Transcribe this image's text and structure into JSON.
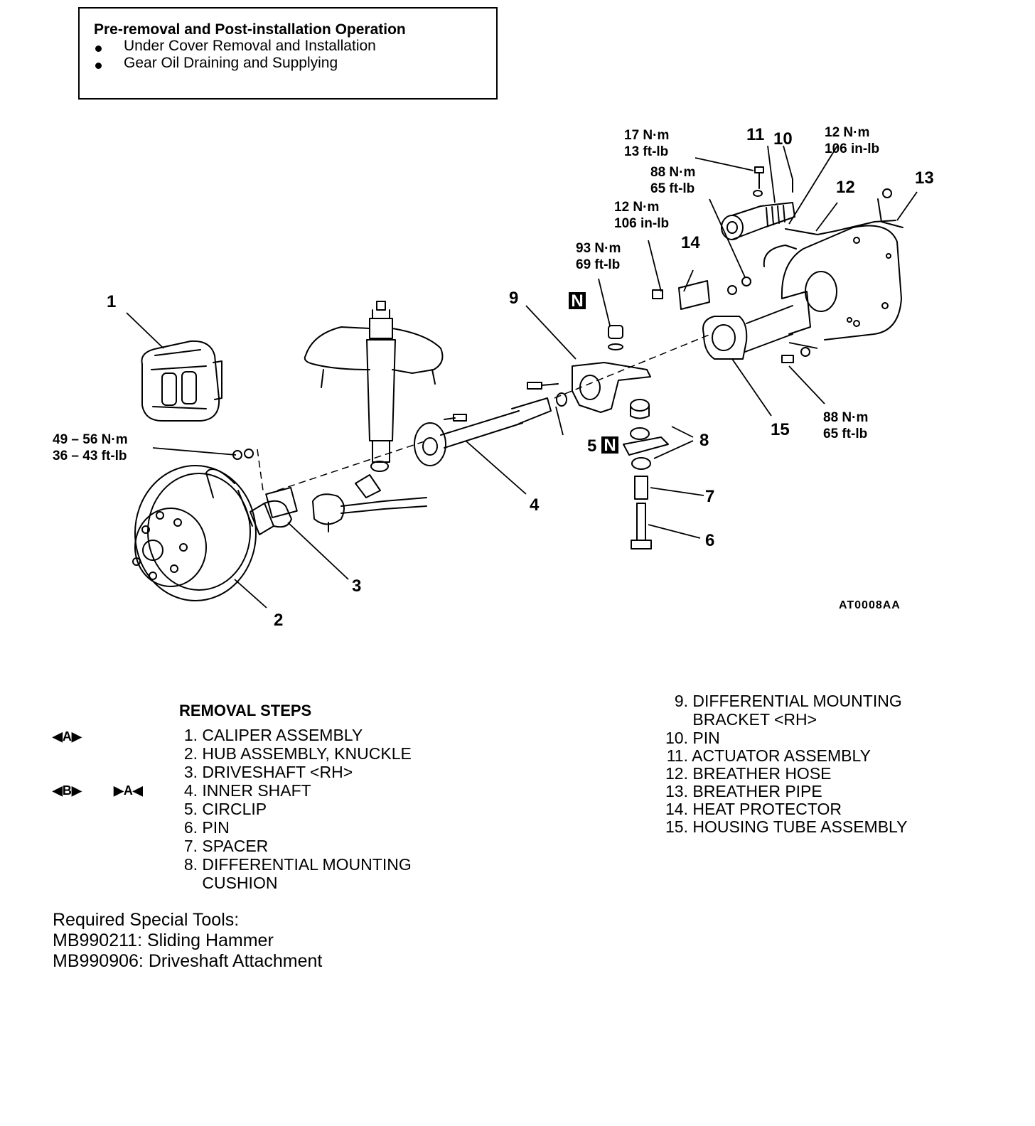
{
  "preop": {
    "title": "Pre-removal and Post-installation Operation",
    "items": [
      "Under Cover Removal and Installation",
      "Gear Oil Draining and Supplying"
    ]
  },
  "figure": {
    "code": "AT0008AA",
    "callouts": {
      "c1": "1",
      "c2": "2",
      "c3": "3",
      "c4": "4",
      "c5": "5",
      "c6": "6",
      "c7": "7",
      "c8": "8",
      "c9": "9",
      "c10": "10",
      "c11": "11",
      "c12": "12",
      "c13": "13",
      "c14": "14",
      "c15": "15",
      "n": "N"
    },
    "torques": {
      "t1a": "17 N·m",
      "t1b": "13 ft-lb",
      "t2a": "88 N·m",
      "t2b": "65 ft-lb",
      "t3a": "12 N·m",
      "t3b": "106 in-lb",
      "t4a": "93 N·m",
      "t4b": "69 ft-lb",
      "t5a": "12 N·m",
      "t5b": "106 in-lb",
      "t6a": "88 N·m",
      "t6b": "65 ft-lb",
      "t7a": "49 – 56 N·m",
      "t7b": "36 – 43 ft-lb"
    }
  },
  "removal_steps": {
    "title": "REMOVAL STEPS",
    "marks": {
      "a": "◀A▶",
      "b": "◀B▶",
      "c": "▶A◀"
    },
    "left": [
      {
        "num": "1.",
        "label": "CALIPER ASSEMBLY"
      },
      {
        "num": "2.",
        "label": "HUB ASSEMBLY, KNUCKLE"
      },
      {
        "num": "3.",
        "label": "DRIVESHAFT <RH>"
      },
      {
        "num": "4.",
        "label": "INNER SHAFT"
      },
      {
        "num": "5.",
        "label": "CIRCLIP"
      },
      {
        "num": "6.",
        "label": "PIN"
      },
      {
        "num": "7.",
        "label": "SPACER"
      },
      {
        "num": "8.",
        "label": "DIFFERENTIAL MOUNTING"
      },
      {
        "num": "",
        "label": "CUSHION"
      }
    ],
    "right": [
      {
        "num": "9.",
        "label": "DIFFERENTIAL MOUNTING"
      },
      {
        "num": "",
        "label": "BRACKET <RH>"
      },
      {
        "num": "10.",
        "label": "PIN"
      },
      {
        "num": "11.",
        "label": "ACTUATOR ASSEMBLY"
      },
      {
        "num": "12.",
        "label": "BREATHER HOSE"
      },
      {
        "num": "13.",
        "label": "BREATHER PIPE"
      },
      {
        "num": "14.",
        "label": "HEAT PROTECTOR"
      },
      {
        "num": "15.",
        "label": "HOUSING TUBE ASSEMBLY"
      }
    ]
  },
  "tools": {
    "title": "Required Special Tools:",
    "items": [
      "MB990211: Sliding Hammer",
      "MB990906: Driveshaft Attachment"
    ]
  }
}
